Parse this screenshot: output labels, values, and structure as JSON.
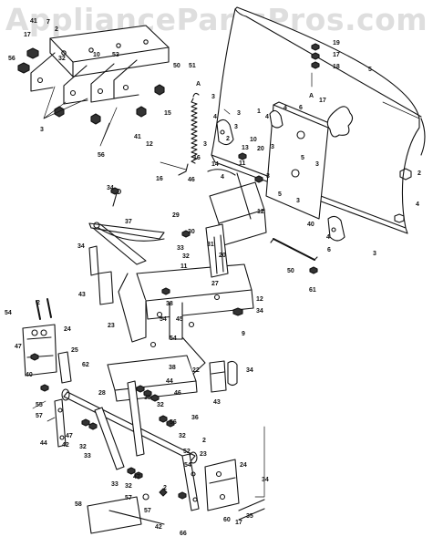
{
  "watermark": "AppliancePartsPros.com",
  "colors": {
    "ink": "#111111",
    "paper": "#ffffff",
    "watermark": "#c3c3c3"
  },
  "diagram": {
    "nodes": [
      {
        "id": "n41a",
        "label": "41"
      },
      {
        "id": "n7a",
        "label": "7"
      },
      {
        "id": "n2a",
        "label": "2"
      },
      {
        "id": "n17a",
        "label": "17"
      },
      {
        "id": "n56a",
        "label": "56"
      },
      {
        "id": "n32a",
        "label": "32"
      },
      {
        "id": "n10a",
        "label": "10"
      },
      {
        "id": "n53a",
        "label": "53"
      },
      {
        "id": "n3a",
        "label": "3"
      },
      {
        "id": "n50a",
        "label": "50"
      },
      {
        "id": "n51a",
        "label": "51"
      },
      {
        "id": "n56b",
        "label": "56"
      },
      {
        "id": "n41b",
        "label": "41"
      },
      {
        "id": "n12a",
        "label": "12"
      },
      {
        "id": "n3b",
        "label": "3"
      },
      {
        "id": "nAa",
        "label": "A"
      },
      {
        "id": "n15a",
        "label": "15"
      },
      {
        "id": "n16a",
        "label": "16"
      },
      {
        "id": "n19a",
        "label": "19"
      },
      {
        "id": "n17b",
        "label": "17"
      },
      {
        "id": "n18a",
        "label": "18"
      },
      {
        "id": "nAb",
        "label": "A"
      },
      {
        "id": "n17c",
        "label": "17"
      },
      {
        "id": "n5a",
        "label": "5"
      },
      {
        "id": "n3c",
        "label": "3"
      },
      {
        "id": "n4a",
        "label": "4"
      },
      {
        "id": "n1a",
        "label": "1"
      },
      {
        "id": "n2b",
        "label": "2"
      },
      {
        "id": "n3d",
        "label": "3"
      },
      {
        "id": "n4b",
        "label": "4"
      },
      {
        "id": "n4c",
        "label": "4"
      },
      {
        "id": "n6a",
        "label": "6"
      },
      {
        "id": "n20a",
        "label": "20"
      },
      {
        "id": "n3e",
        "label": "3"
      },
      {
        "id": "n10b",
        "label": "10"
      },
      {
        "id": "n3f",
        "label": "3"
      },
      {
        "id": "n13a",
        "label": "13"
      },
      {
        "id": "n11a",
        "label": "11"
      },
      {
        "id": "n16b",
        "label": "16"
      },
      {
        "id": "n14a",
        "label": "14"
      },
      {
        "id": "n4d",
        "label": "4"
      },
      {
        "id": "n3g",
        "label": "3"
      },
      {
        "id": "n5b",
        "label": "5"
      },
      {
        "id": "n3h",
        "label": "3"
      },
      {
        "id": "n5c",
        "label": "5"
      },
      {
        "id": "n3i",
        "label": "3"
      },
      {
        "id": "n2c",
        "label": "2"
      },
      {
        "id": "n4e",
        "label": "4"
      },
      {
        "id": "n6b",
        "label": "6"
      },
      {
        "id": "n4f",
        "label": "4"
      },
      {
        "id": "n3j",
        "label": "3"
      },
      {
        "id": "n46a",
        "label": "46"
      },
      {
        "id": "n12b",
        "label": "12"
      },
      {
        "id": "n40a",
        "label": "40"
      },
      {
        "id": "n50b",
        "label": "50"
      },
      {
        "id": "n61a",
        "label": "61"
      },
      {
        "id": "n34a",
        "label": "34"
      },
      {
        "id": "n37a",
        "label": "37"
      },
      {
        "id": "n29a",
        "label": "29"
      },
      {
        "id": "n30a",
        "label": "30"
      },
      {
        "id": "n33a",
        "label": "33"
      },
      {
        "id": "n32b",
        "label": "32"
      },
      {
        "id": "n31a",
        "label": "31"
      },
      {
        "id": "n34b",
        "label": "34"
      },
      {
        "id": "n11b",
        "label": "11"
      },
      {
        "id": "n20b",
        "label": "20"
      },
      {
        "id": "n27a",
        "label": "27"
      },
      {
        "id": "n43a",
        "label": "43"
      },
      {
        "id": "n38a",
        "label": "38"
      },
      {
        "id": "n12c",
        "label": "12"
      },
      {
        "id": "n34c",
        "label": "34"
      },
      {
        "id": "n54a",
        "label": "54"
      },
      {
        "id": "n45a",
        "label": "45"
      },
      {
        "id": "n9a",
        "label": "9"
      },
      {
        "id": "n23a",
        "label": "23"
      },
      {
        "id": "n54b",
        "label": "54"
      },
      {
        "id": "n2d",
        "label": "2"
      },
      {
        "id": "n54c",
        "label": "54"
      },
      {
        "id": "n24a",
        "label": "24"
      },
      {
        "id": "n25a",
        "label": "25"
      },
      {
        "id": "n47a",
        "label": "47"
      },
      {
        "id": "n62a",
        "label": "62"
      },
      {
        "id": "n40b",
        "label": "40"
      },
      {
        "id": "n28a",
        "label": "28"
      },
      {
        "id": "n22a",
        "label": "22"
      },
      {
        "id": "n38b",
        "label": "38"
      },
      {
        "id": "n34d",
        "label": "34"
      },
      {
        "id": "n43b",
        "label": "43"
      },
      {
        "id": "n46b",
        "label": "46"
      },
      {
        "id": "n33b",
        "label": "33"
      },
      {
        "id": "n32c",
        "label": "32"
      },
      {
        "id": "n44a",
        "label": "44"
      },
      {
        "id": "n55a",
        "label": "55"
      },
      {
        "id": "n57a",
        "label": "57"
      },
      {
        "id": "n42a",
        "label": "42"
      },
      {
        "id": "n47b",
        "label": "47"
      },
      {
        "id": "n44b",
        "label": "44"
      },
      {
        "id": "n32d",
        "label": "32"
      },
      {
        "id": "n33c",
        "label": "33"
      },
      {
        "id": "n36a",
        "label": "36"
      },
      {
        "id": "n32e",
        "label": "32"
      },
      {
        "id": "n56c",
        "label": "56"
      },
      {
        "id": "n2e",
        "label": "2"
      },
      {
        "id": "n23b",
        "label": "23"
      },
      {
        "id": "n52a",
        "label": "52"
      },
      {
        "id": "n54d",
        "label": "54"
      },
      {
        "id": "n24b",
        "label": "24"
      },
      {
        "id": "n34e",
        "label": "34"
      },
      {
        "id": "n33d",
        "label": "33"
      },
      {
        "id": "n32f",
        "label": "32"
      },
      {
        "id": "n57b",
        "label": "57"
      },
      {
        "id": "n47c",
        "label": "47"
      },
      {
        "id": "n57c",
        "label": "57"
      },
      {
        "id": "n2f",
        "label": "2"
      },
      {
        "id": "n58a",
        "label": "58"
      },
      {
        "id": "n42b",
        "label": "42"
      },
      {
        "id": "n66a",
        "label": "66"
      },
      {
        "id": "n60a",
        "label": "60"
      },
      {
        "id": "n17d",
        "label": "17"
      },
      {
        "id": "n35a",
        "label": "35"
      }
    ]
  }
}
